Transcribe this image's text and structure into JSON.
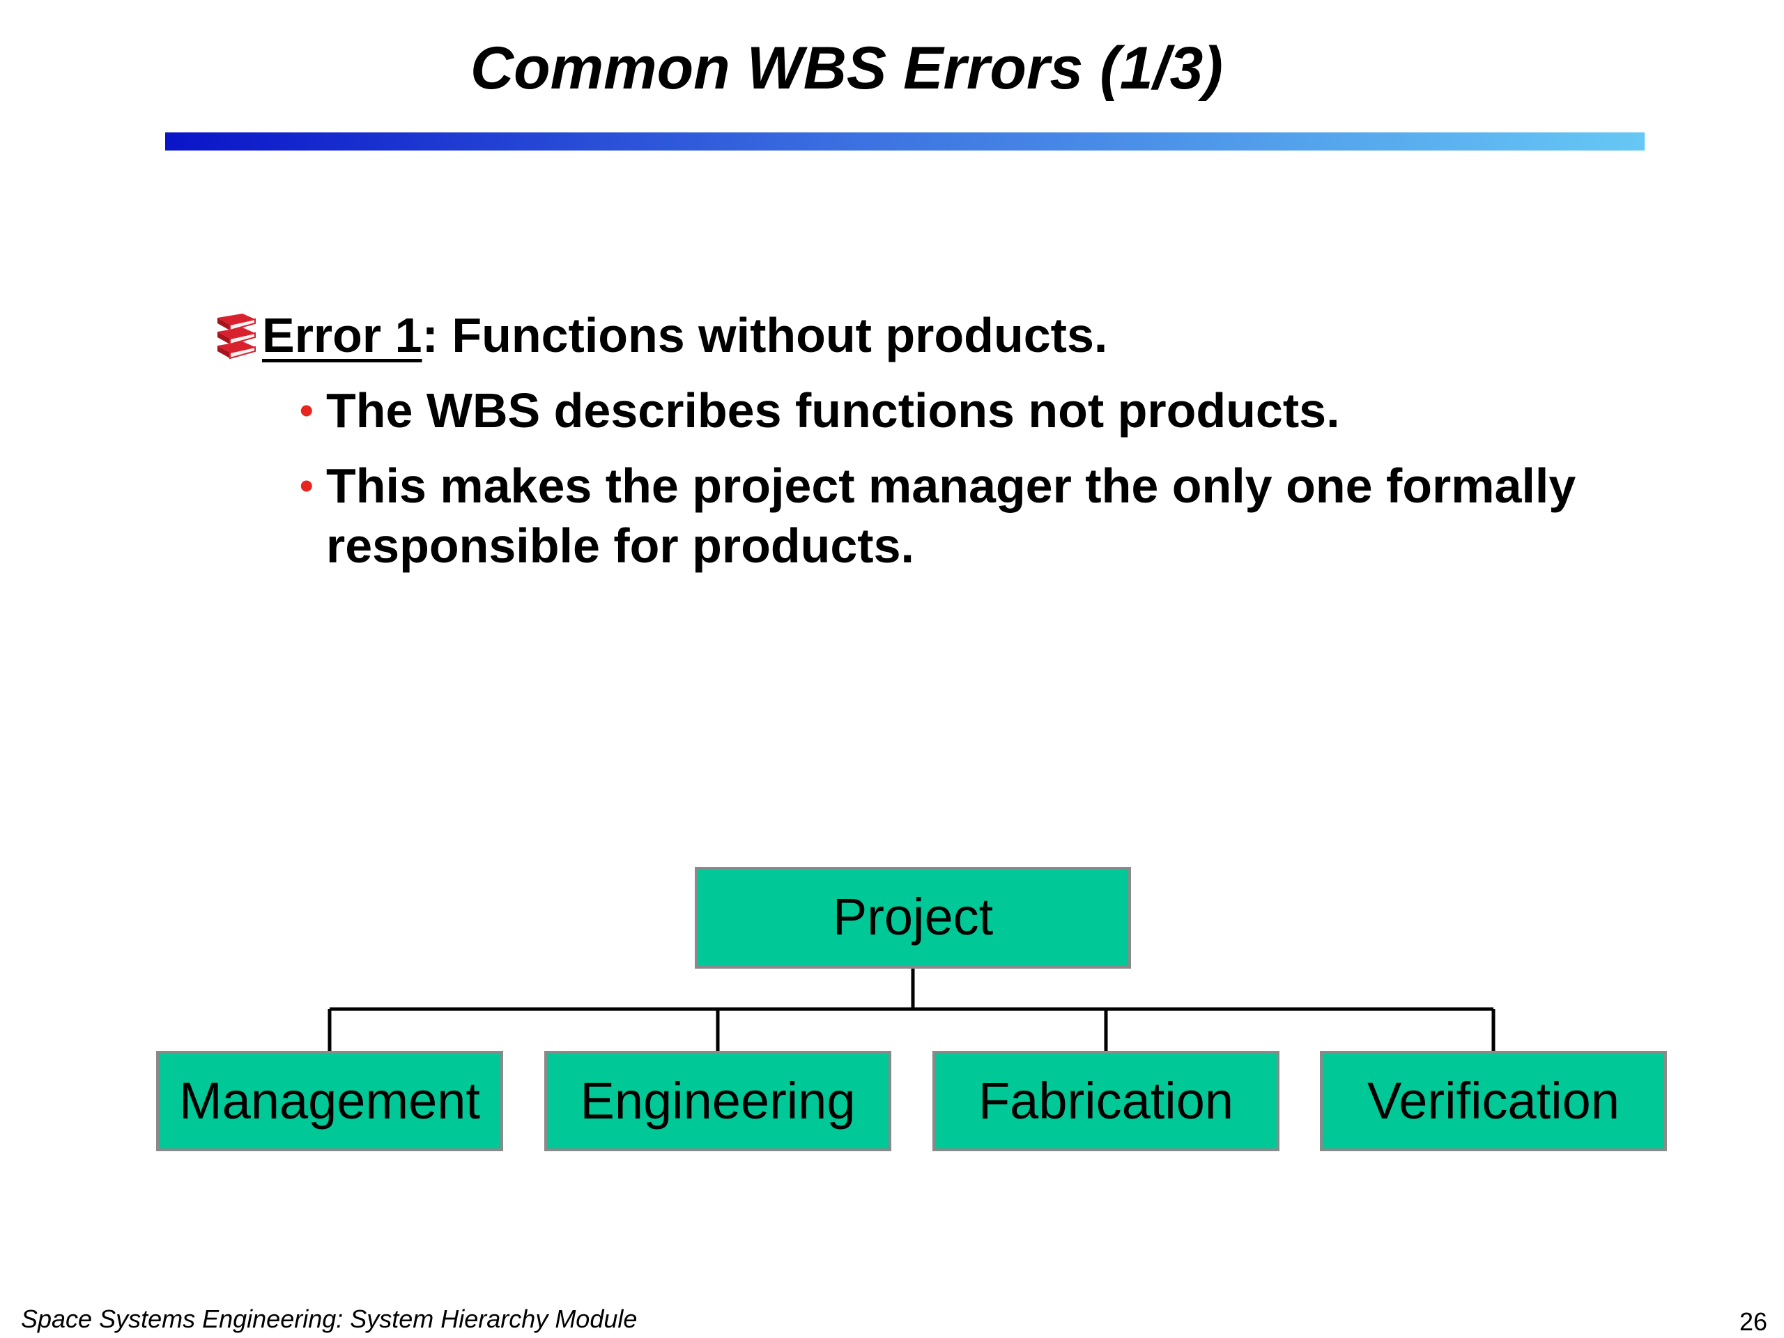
{
  "slide": {
    "title": "Common WBS Errors (1/3)",
    "rule_gradient": [
      "#0a14c8",
      "#3a6ee0",
      "#66c8f5"
    ]
  },
  "error": {
    "label": "Error 1",
    "text": ": Functions without products.",
    "icon": "book-stack-icon",
    "bullets": [
      "The WBS describes functions not products.",
      "This makes the project manager the only one formally responsible for products."
    ]
  },
  "wbs": {
    "root": "Project",
    "children": [
      "Management",
      "Engineering",
      "Fabrication",
      "Verification"
    ],
    "box_color": "#00c896",
    "border_color": "#8a8a8a",
    "line_color": "#000000"
  },
  "footer": {
    "course": "Space Systems Engineering: System Hierarchy Module",
    "page": "26"
  },
  "colors": {
    "bullet": "#e8261f",
    "icon": "#d9212e"
  }
}
